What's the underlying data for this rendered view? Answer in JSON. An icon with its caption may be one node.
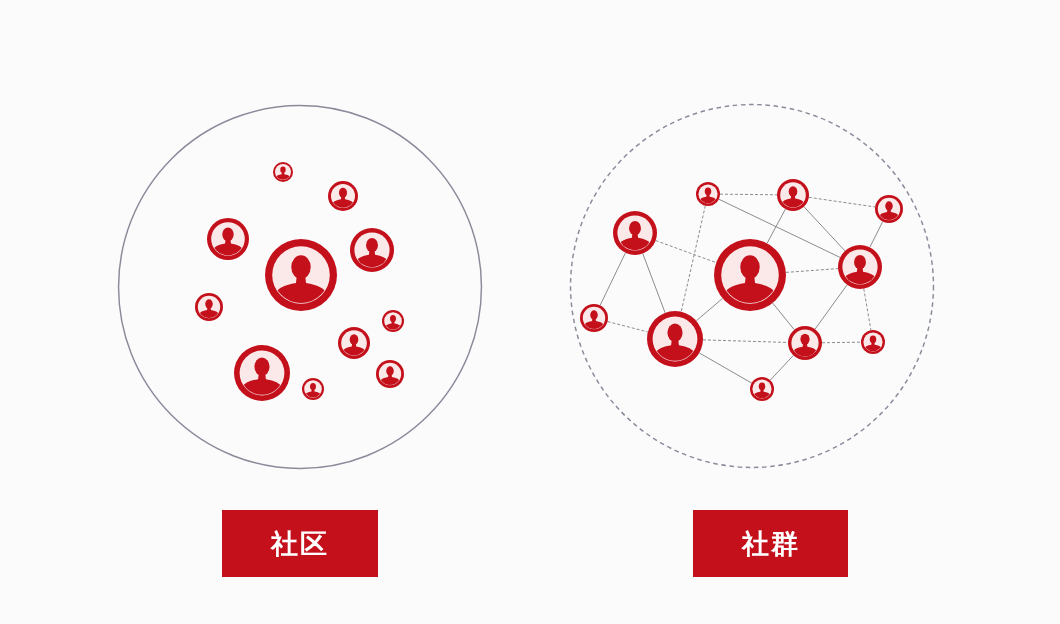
{
  "diagram": {
    "nodes": [
      {
        "text": [],
        "shape": "circle"
      },
      {
        "text": [],
        "shape": "person",
        "in": 0
      },
      {
        "text": [],
        "shape": "person",
        "in": 0
      },
      {
        "text": [],
        "shape": "person",
        "in": 0
      },
      {
        "text": [],
        "shape": "person",
        "in": 0
      },
      {
        "text": [],
        "shape": "person",
        "in": 0
      },
      {
        "text": [],
        "shape": "person",
        "in": 0
      },
      {
        "text": [],
        "shape": "person",
        "in": 0
      },
      {
        "text": [],
        "shape": "person",
        "in": 0
      },
      {
        "text": [],
        "shape": "person",
        "in": 0
      },
      {
        "text": [],
        "shape": "person",
        "in": 0
      },
      {
        "text": [],
        "shape": "person",
        "in": 0
      },
      {
        "text": [],
        "shape": "circle"
      },
      {
        "text": [],
        "shape": "person",
        "in": 12
      },
      {
        "text": [],
        "shape": "person",
        "in": 12
      },
      {
        "text": [],
        "shape": "person",
        "in": 12
      },
      {
        "text": [],
        "shape": "person",
        "in": 12
      },
      {
        "text": [],
        "shape": "person",
        "in": 12
      },
      {
        "text": [],
        "shape": "person",
        "in": 12
      },
      {
        "text": [],
        "shape": "person",
        "in": 12
      },
      {
        "text": [],
        "shape": "person",
        "in": 12
      },
      {
        "text": [],
        "shape": "person",
        "in": 12
      },
      {
        "text": [],
        "shape": "person",
        "in": 12
      },
      {
        "text": [],
        "shape": "person",
        "in": 12
      },
      {
        "text": [
          "社区"
        ]
      },
      {
        "text": [
          "社群"
        ]
      }
    ],
    "edges": [
      {
        "from": 13,
        "to": 14,
        "arrow": "none",
        "style": "dashed"
      },
      {
        "from": 13,
        "to": 18,
        "arrow": "none"
      },
      {
        "from": 13,
        "to": 20,
        "arrow": "none",
        "style": "dashed"
      },
      {
        "from": 14,
        "to": 15,
        "arrow": "none",
        "style": "dashed"
      },
      {
        "from": 14,
        "to": 17,
        "arrow": "none"
      },
      {
        "from": 14,
        "to": 18,
        "arrow": "none"
      },
      {
        "from": 15,
        "to": 18,
        "arrow": "none"
      },
      {
        "from": 16,
        "to": 17,
        "arrow": "none",
        "style": "dashed"
      },
      {
        "from": 16,
        "to": 19,
        "arrow": "none"
      },
      {
        "from": 16,
        "to": 20,
        "arrow": "none"
      },
      {
        "from": 17,
        "to": 18,
        "arrow": "none",
        "style": "dashed"
      },
      {
        "from": 17,
        "to": 20,
        "arrow": "none"
      },
      {
        "from": 17,
        "to": 21,
        "arrow": "none"
      },
      {
        "from": 18,
        "to": 21,
        "arrow": "none"
      },
      {
        "from": 18,
        "to": 22,
        "arrow": "none",
        "style": "dashed"
      },
      {
        "from": 19,
        "to": 20,
        "arrow": "none",
        "style": "dashed"
      },
      {
        "from": 20,
        "to": 21,
        "arrow": "none",
        "style": "dashed"
      },
      {
        "from": 20,
        "to": 23,
        "arrow": "none"
      },
      {
        "from": 21,
        "to": 22,
        "arrow": "none",
        "style": "dashed"
      },
      {
        "from": 21,
        "to": 23,
        "arrow": "none"
      }
    ]
  }
}
